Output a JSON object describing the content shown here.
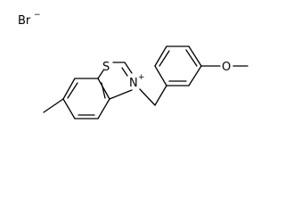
{
  "molecule": {
    "counter_ion": {
      "symbol": "Br",
      "charge": "−"
    },
    "labels": {
      "sulfur": "S",
      "nitrogen": "N",
      "nitrogen_charge": "+",
      "oxygen": "O"
    }
  }
}
